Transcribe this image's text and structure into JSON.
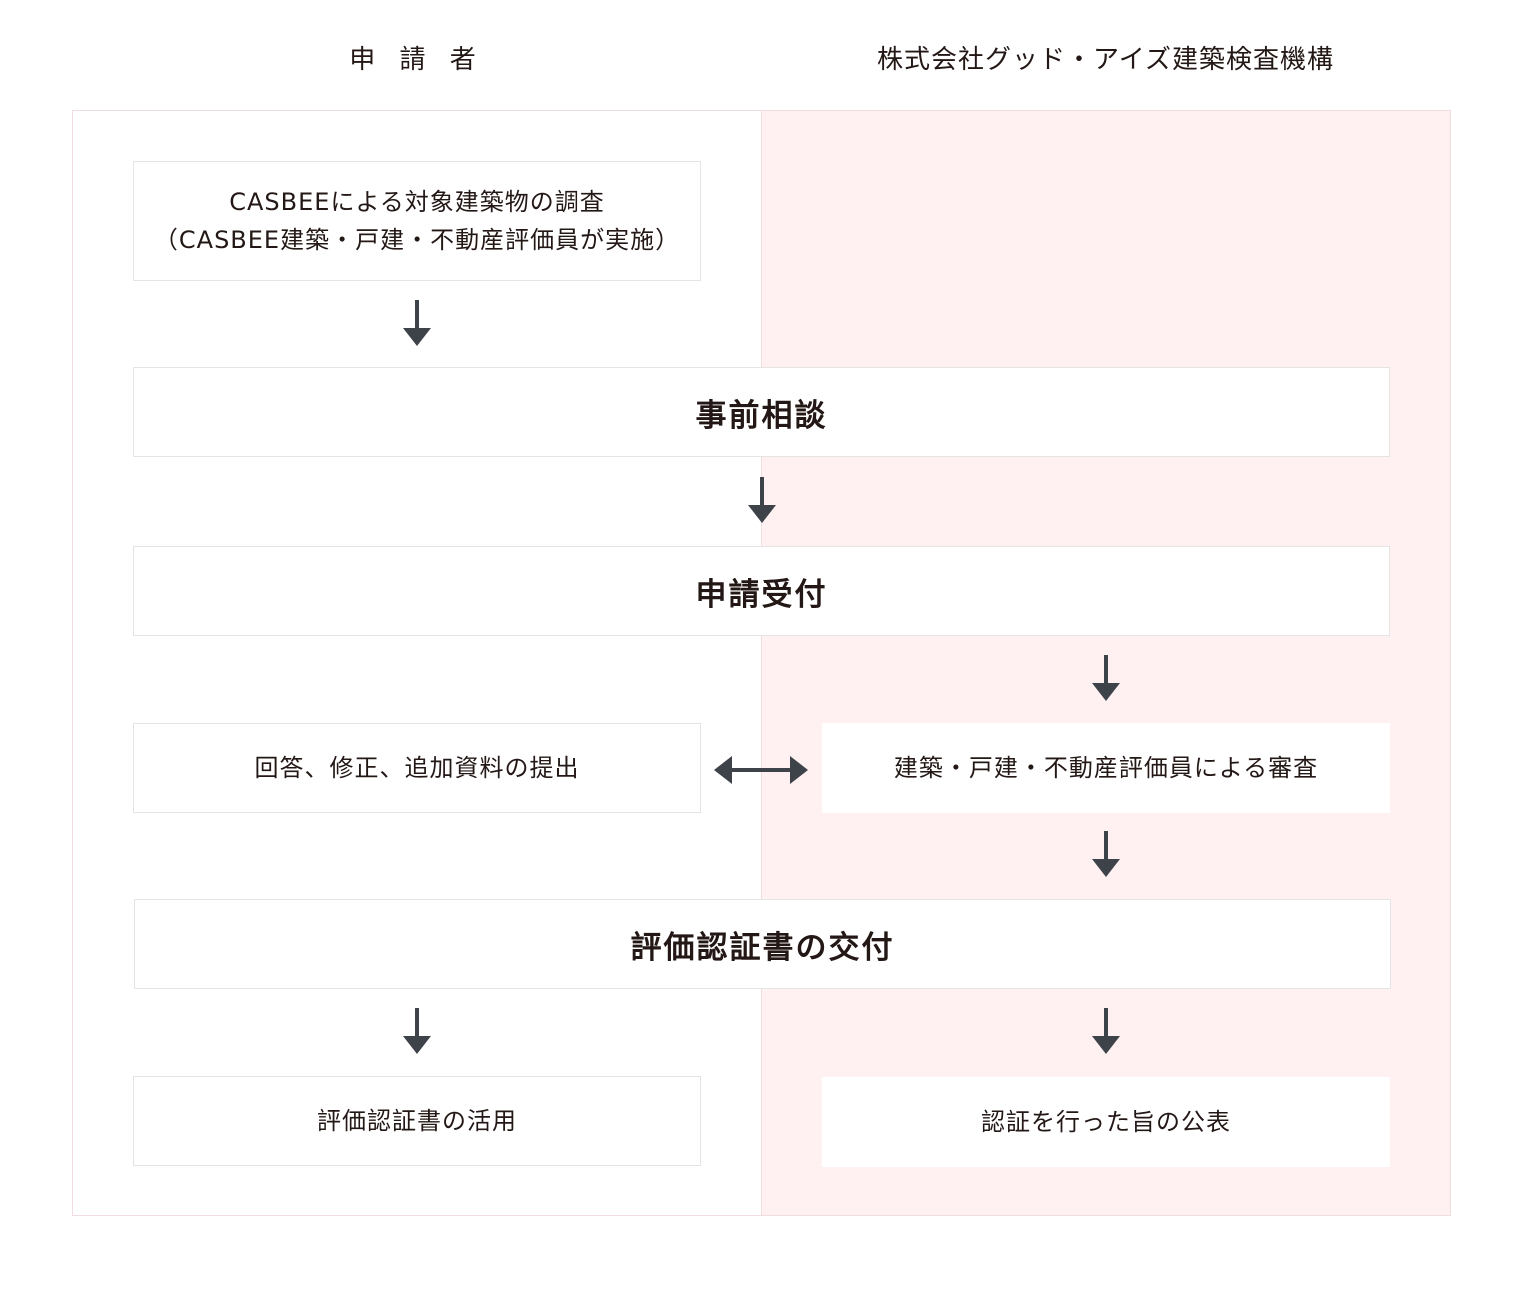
{
  "headers": {
    "left": "申 請 者",
    "right": "株式会社グッド・アイズ建築検査機構"
  },
  "steps": {
    "survey": {
      "line1": "CASBEEによる対象建築物の調査",
      "line2": "（CASBEE建築・戸建・不動産評価員が実施）"
    },
    "consult": "事前相談",
    "accept": "申請受付",
    "reply": "回答、修正、追加資料の提出",
    "review": "建築・戸建・不動産評価員による審査",
    "issue": "評価認証書の交付",
    "use": "評価認証書の活用",
    "publish": "認証を行った旨の公表"
  },
  "colors": {
    "arrow": "#3e4249",
    "right_panel_bg": "#fff0f1",
    "panel_border": "#f1dde0",
    "box_border": "#e4e4e4",
    "text": "#231815"
  }
}
